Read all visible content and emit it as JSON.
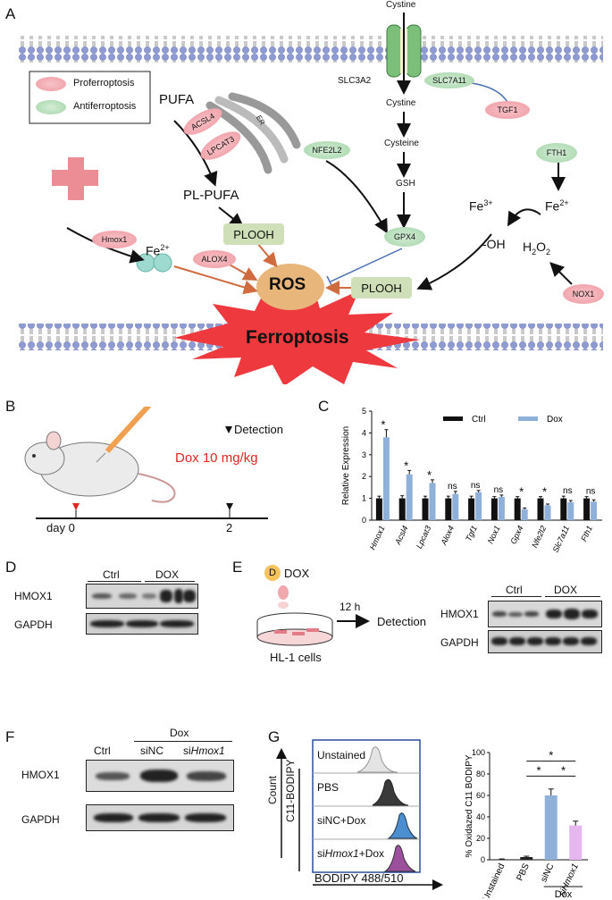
{
  "panels": {
    "a": "A",
    "b": "B",
    "c": "C",
    "d": "D",
    "e": "E",
    "f": "F",
    "g": "G"
  },
  "legend": {
    "pro": "Proferroptosis",
    "anti": "Antiferroptosis"
  },
  "pathway": {
    "cystine_top": "Cystine",
    "slc3a2": "SLC3A2",
    "slc7a11": "SLC7A11",
    "tgf1": "TGF1",
    "cystine_mid": "Cystine",
    "cysteine": "Cysteine",
    "gsh": "GSH",
    "gpx4": "GPX4",
    "nfe2l2": "NFE2L2",
    "fth1": "FTH1",
    "pufa": "PUFA",
    "acsl4": "ACSL4",
    "lpcat3": "LPCAT3",
    "er": "ER",
    "pl_pufa": "PL-PUFA",
    "plooh1": "PLOOH",
    "plooh2": "PLOOH",
    "hmox1": "Hmox1",
    "fe2_left": "Fe",
    "alox4": "ALOX4",
    "ros": "ROS",
    "fe3": "Fe",
    "fe2_right": "Fe",
    "oh": "-OH",
    "h2o2": "H",
    "nox1": "NOX1",
    "ferroptosis": "Ferroptosis"
  },
  "panel_b": {
    "detection": "Detection",
    "dose": "Dox 10 mg/kg",
    "day_label": "day 0",
    "day2": "2"
  },
  "chart_data": {
    "type": "bar",
    "ylabel": "Relative  Expression",
    "ylim": [
      0,
      5
    ],
    "yticks": [
      "0",
      "1",
      "2",
      "3",
      "4",
      "5"
    ],
    "categories": [
      "Hmox1",
      "Acsl4",
      "Lpcat3",
      "Alox4",
      "Tgf1",
      "Nox1",
      "Gpx4",
      "Nfe2l2",
      "Slc7a11",
      "Fth1"
    ],
    "series": [
      {
        "name": "Ctrl",
        "color": "#111111",
        "values": [
          1.0,
          1.0,
          1.0,
          1.0,
          1.0,
          1.0,
          1.0,
          1.0,
          1.0,
          1.0
        ],
        "errors": [
          0.1,
          0.12,
          0.1,
          0.1,
          0.1,
          0.08,
          0.08,
          0.08,
          0.1,
          0.08
        ]
      },
      {
        "name": "Dox",
        "color": "#8fb1d9",
        "values": [
          3.8,
          2.1,
          1.7,
          1.2,
          1.28,
          1.07,
          0.5,
          0.68,
          0.82,
          0.85
        ],
        "errors": [
          0.35,
          0.18,
          0.15,
          0.12,
          0.08,
          0.08,
          0.06,
          0.06,
          0.08,
          0.08
        ]
      }
    ],
    "annotations": [
      "*",
      "*",
      "*",
      "ns",
      "ns",
      "ns",
      "*",
      "*",
      "ns",
      "ns"
    ]
  },
  "panel_d": {
    "ctrl": "Ctrl",
    "dox": "DOX",
    "row1": "HMOX1",
    "row2": "GAPDH"
  },
  "panel_e": {
    "badge": "D",
    "dox": "DOX",
    "time": "12 h",
    "detection": "Detection",
    "cells": "HL-1 cells",
    "ctrl": "Ctrl",
    "dox_col": "DOX",
    "row1": "HMOX1",
    "row2": "GAPDH"
  },
  "panel_f": {
    "dox": "Dox",
    "ctrl": "Ctrl",
    "sinc": "siNC",
    "sihmox": "si",
    "sihmox_it": "Hmox1",
    "row1": "HMOX1",
    "row2": "GAPDH"
  },
  "panel_g": {
    "hist_labels": [
      "Unstained",
      "PBS",
      "siNC+Dox",
      "si"
    ],
    "hist_it": "Hmox1",
    "hist_suffix": "+Dox",
    "count": "Count",
    "c11": "C11-BODIPY",
    "xlabel": "BODIPY 488/510",
    "bar_chart": {
      "ylabel": "% Oxidazed C11 BODIPY",
      "ylim": [
        0,
        100
      ],
      "yticks": [
        "0",
        "20",
        "40",
        "60",
        "80",
        "100"
      ],
      "categories": [
        "Unstained",
        "PBS",
        "siNC",
        "siHmox1"
      ],
      "values": [
        0.5,
        2.5,
        60,
        32
      ],
      "errors": [
        0.3,
        0.8,
        6,
        4
      ],
      "colors": [
        "#222222",
        "#222222",
        "#8fb1d9",
        "#e6b7ef"
      ],
      "group_label": "Dox",
      "sig": [
        "*",
        "*",
        "*"
      ]
    }
  }
}
